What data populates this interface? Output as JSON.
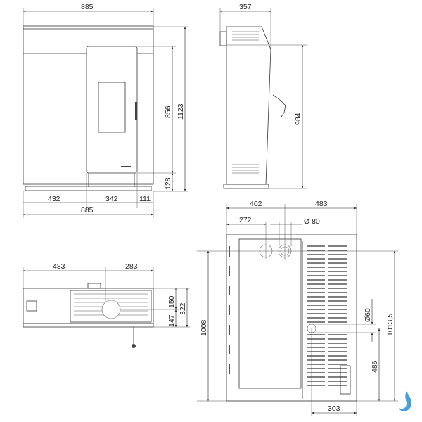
{
  "front_view": {
    "width_top": "885",
    "door_height": "856",
    "total_height": "1123",
    "base_height": "128",
    "left_offset": "432",
    "door_width": "342",
    "right_offset": "111",
    "width_bottom": "885"
  },
  "side_view": {
    "depth": "357",
    "flue_height": "984"
  },
  "top_view": {
    "offset_left": "483",
    "offset_right": "283",
    "height_a": "150",
    "height_b": "322",
    "height_c": "147"
  },
  "rear_view": {
    "offset_flue": "402",
    "offset_right": "483",
    "offset_air": "272",
    "flue_diameter": "Ø 80",
    "air_diameter": "Ø60",
    "height_total": "1013,5",
    "height_air": "486",
    "height_body": "1008",
    "offset_bottom": "303"
  },
  "logo": {
    "name": "water-drop-logo",
    "color": "#4a9fd8"
  }
}
